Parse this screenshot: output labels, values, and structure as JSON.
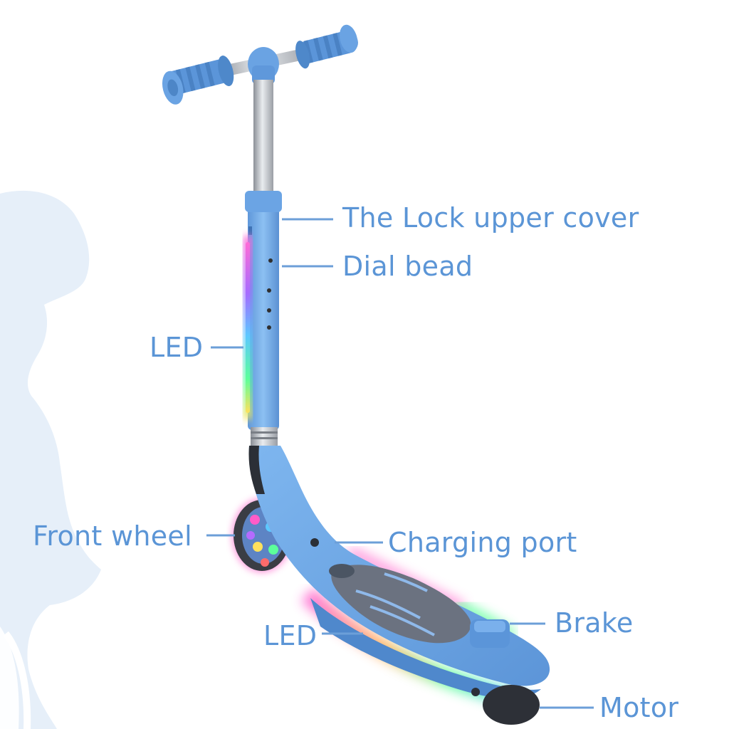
{
  "colors": {
    "label_text": "#5b95d6",
    "leader_line": "#6c9fd8",
    "scooter_body": "#6fa8e8",
    "silhouette": "#e6eff9",
    "led_glow": "#d76cf0"
  },
  "callouts": {
    "lock_upper_cover": "The Lock upper cover",
    "dial_bead": "Dial bead",
    "led_stem": "LED",
    "front_wheel": "Front wheel",
    "charging_port": "Charging port",
    "led_deck": "LED",
    "brake": "Brake",
    "motor": "Motor"
  }
}
